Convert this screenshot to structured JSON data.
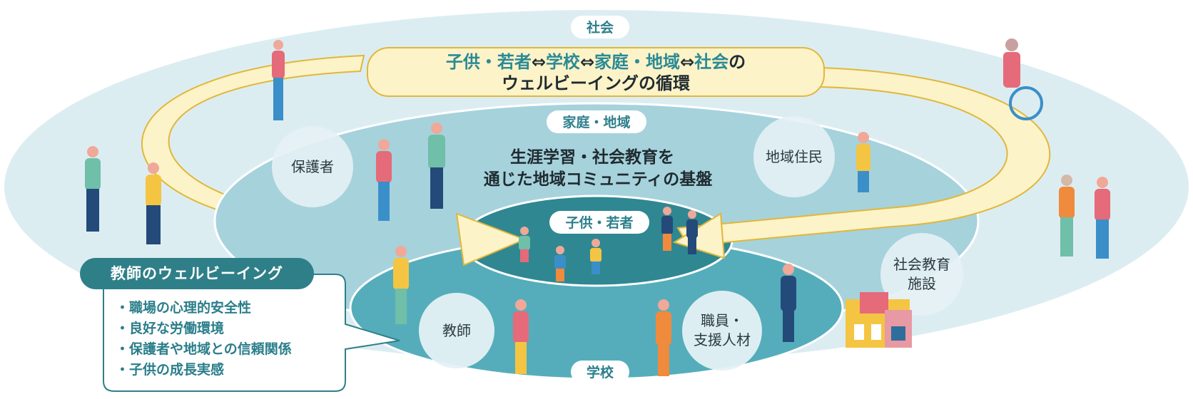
{
  "labels": {
    "society": "社会",
    "home_community": "家庭・地域",
    "children_youth": "子供・若者",
    "school": "学校"
  },
  "banner": {
    "part1": "子供・若者",
    "arrow1": "⇔",
    "part2": "学校",
    "arrow2": "⇔",
    "part3": "家庭・地域",
    "arrow3": "⇔",
    "part4": "社会",
    "suffix": "の",
    "line2": "ウェルビーイングの循環"
  },
  "center": {
    "line1": "生涯学習・社会教育を",
    "line2": "通じた地域コミュニティの基盤"
  },
  "circles": {
    "guardians": "保護者",
    "residents": "地域住民",
    "facility_line1": "社会教育",
    "facility_line2": "施設",
    "teachers": "教師",
    "staff_line1": "職員・",
    "staff_line2": "支援人材"
  },
  "teacher_wellbeing": {
    "title": "教師のウェルビーイング",
    "items": [
      "・職場の心理的安全性",
      "・良好な労働環境",
      "・保護者や地域との信頼関係",
      "・子供の成長実感"
    ]
  },
  "colors": {
    "outer": "#dcedf2",
    "middle": "#a6d2dc",
    "inner": "#55adbb",
    "core": "#2f8792",
    "loop": "#fdf3c8",
    "loop_edge": "#e1b73a",
    "teal_text": "#2a8a96"
  }
}
